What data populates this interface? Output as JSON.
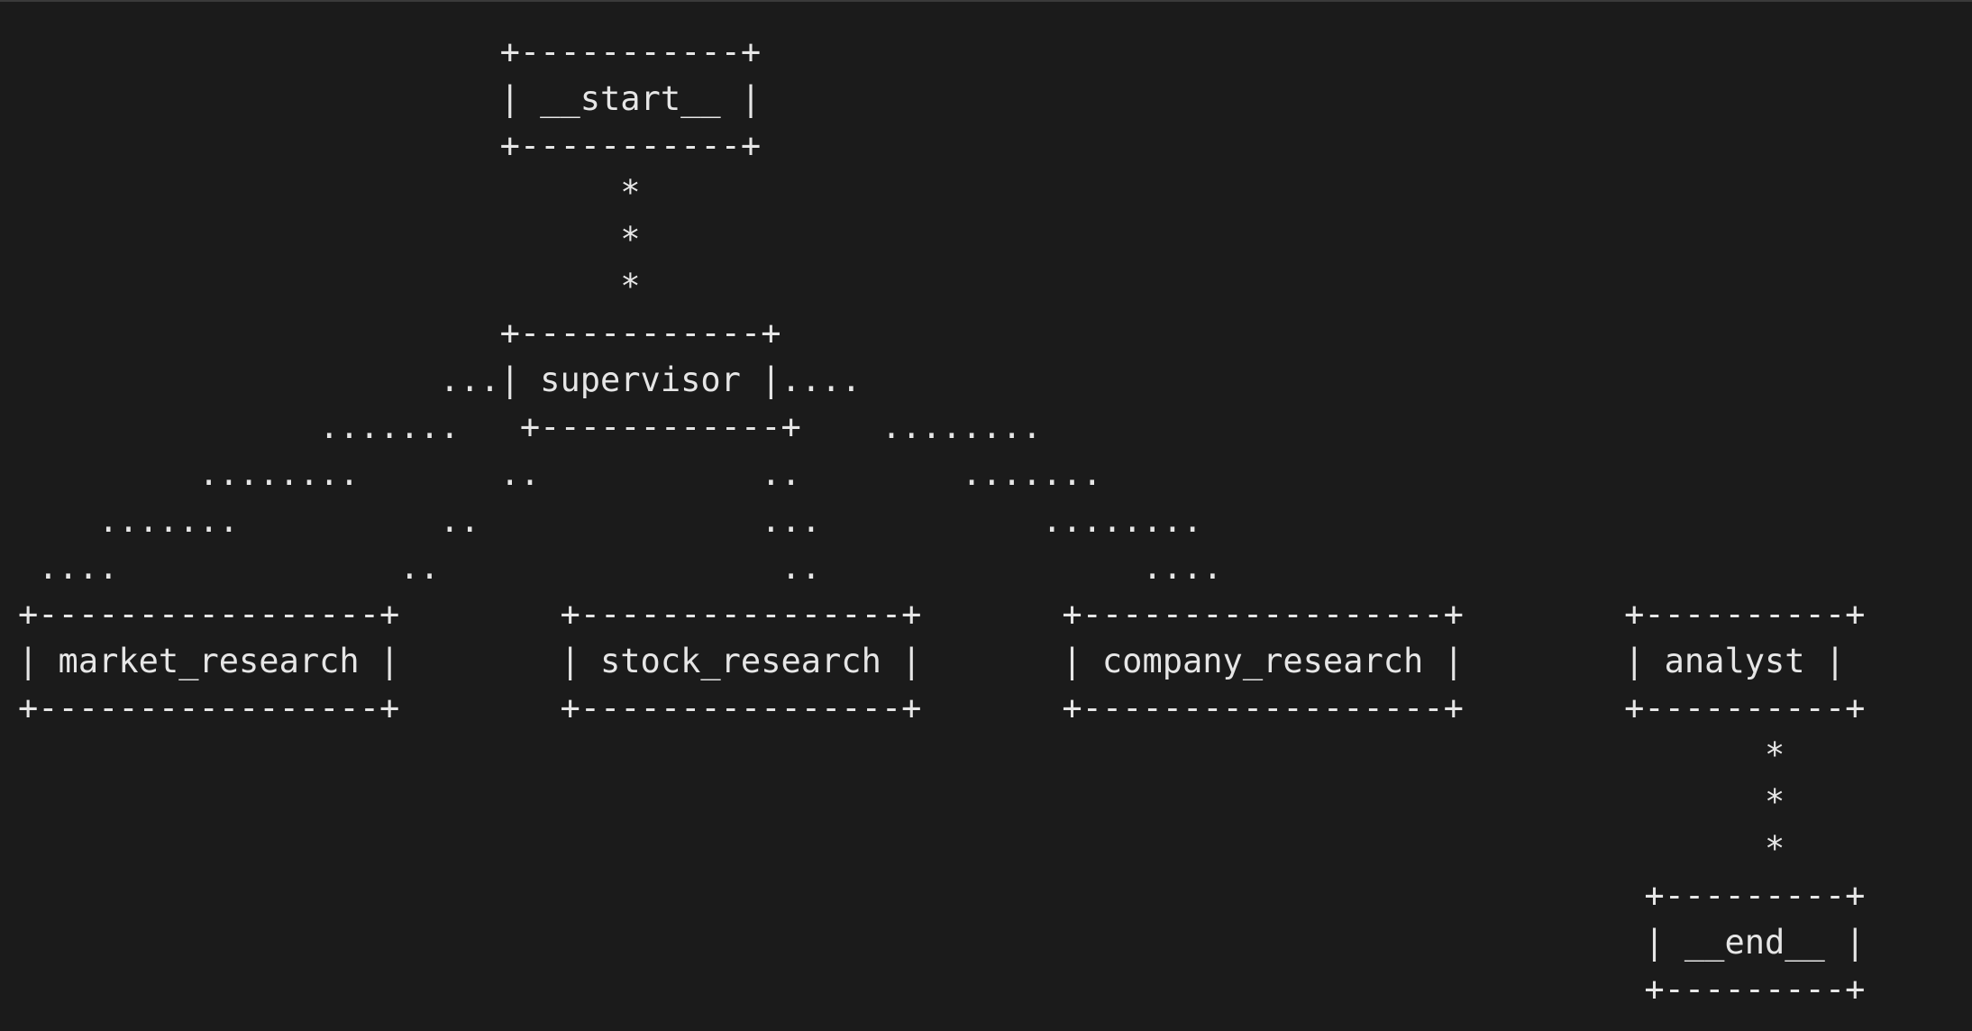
{
  "nodes": {
    "start": "__start__",
    "supervisor": "supervisor",
    "market_research": "market_research",
    "stock_research": "stock_research",
    "company_research": "company_research",
    "analyst": "analyst",
    "end": "__end__"
  },
  "lines": [
    "                        +-----------+                                  ",
    "                        | __start__ |                                  ",
    "                        +-----------+                                  ",
    "                              *                                        ",
    "                              *                                        ",
    "                              *                                        ",
    "                        +------------+                                 ",
    "                     ...| supervisor |....                             ",
    "               .......   +------------+    ........                    ",
    "         ........       ..           ..        .......                 ",
    "    .......          ..              ...           ........            ",
    " ....              ..                 ..                ....          ",
    "+-----------------+        +----------------+       +------------------+        +----------+",
    "| market_research |        | stock_research |       | company_research |        | analyst |",
    "+-----------------+        +----------------+       +------------------+        +----------+",
    "                                                                                       *",
    "                                                                                       *",
    "                                                                                       *",
    "                                                                                 +---------+",
    "                                                                                 | __end__ |",
    "                                                                                 +---------+"
  ]
}
